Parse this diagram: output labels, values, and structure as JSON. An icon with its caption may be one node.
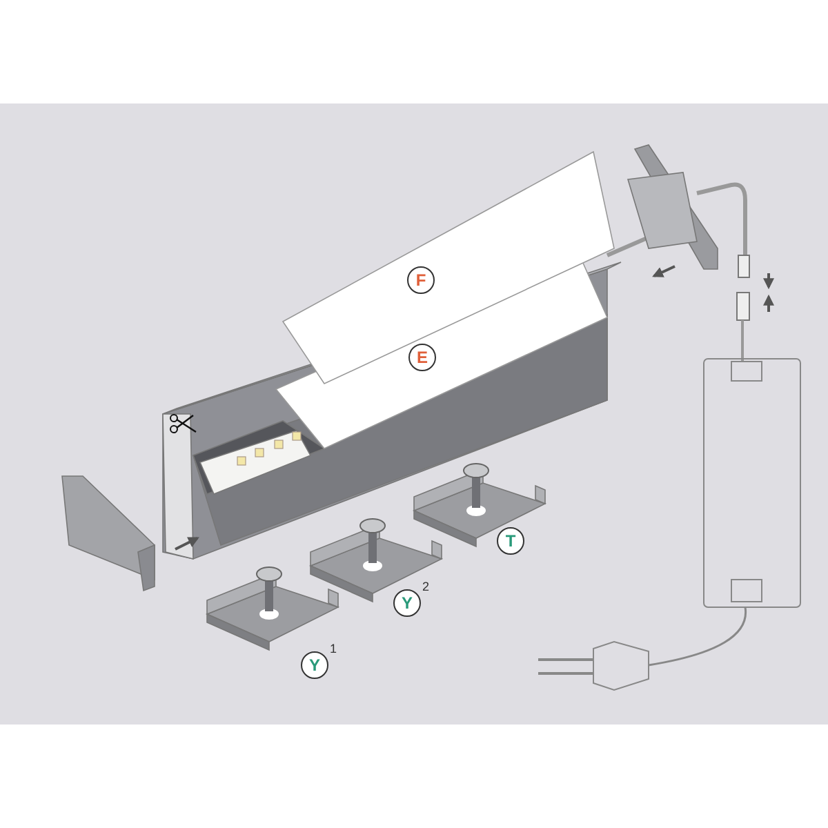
{
  "diagram": {
    "labels": [
      "F",
      "E",
      "T",
      "Y$^{2}$",
      "Y$^{1}$"
    ]
  }
}
